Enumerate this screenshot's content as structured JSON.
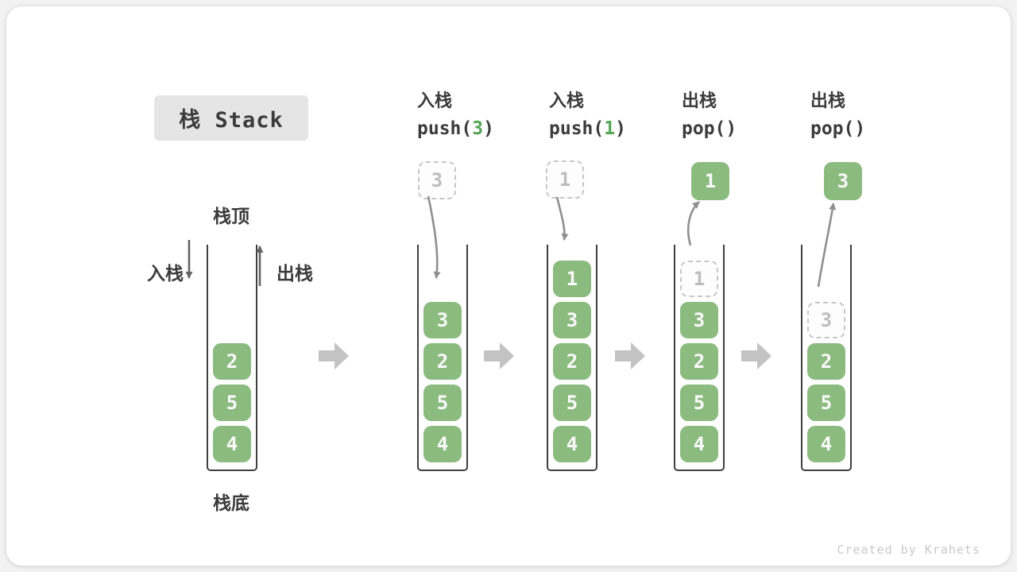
{
  "title": "栈 Stack",
  "watermark": "Created by Krahets",
  "labels": {
    "stack_top": "栈顶",
    "stack_bottom": "栈底",
    "push_side": "入栈",
    "pop_side": "出栈"
  },
  "operations": [
    {
      "name": "入栈",
      "code_prefix": "push(",
      "code_arg": "3",
      "code_suffix": ")"
    },
    {
      "name": "入栈",
      "code_prefix": "push(",
      "code_arg": "1",
      "code_suffix": ")"
    },
    {
      "name": "出栈",
      "code_prefix": "pop(",
      "code_arg": "",
      "code_suffix": ")"
    },
    {
      "name": "出栈",
      "code_prefix": "pop(",
      "code_arg": "",
      "code_suffix": ")"
    }
  ],
  "stacks": [
    {
      "items": [
        "2",
        "5",
        "4"
      ]
    },
    {
      "items": [
        "3",
        "2",
        "5",
        "4"
      ]
    },
    {
      "items": [
        "1",
        "3",
        "2",
        "5",
        "4"
      ]
    },
    {
      "ghost": "1",
      "items": [
        "3",
        "2",
        "5",
        "4"
      ]
    },
    {
      "ghost": "3",
      "items": [
        "2",
        "5",
        "4"
      ]
    }
  ],
  "floating_values": {
    "push_3": "3",
    "push_1": "1",
    "pop_1": "1",
    "pop_3": "3"
  },
  "colors": {
    "green": "#8CBB80",
    "code_green": "#55A555",
    "ink": "#3B3B3B",
    "wall": "#3F3F3F",
    "ghost_border": "#C7C7C7",
    "ghost_text": "#BDBDBD",
    "flow_arrow": "#8F8F8F",
    "side_arrow": "#646464",
    "block_arrow": "#C3C3C3",
    "title_bg": "#E5E5E5",
    "watermark": "#C9C9C9",
    "card_bg": "#FFFFFF",
    "page_bg": "#F2F2F2"
  }
}
